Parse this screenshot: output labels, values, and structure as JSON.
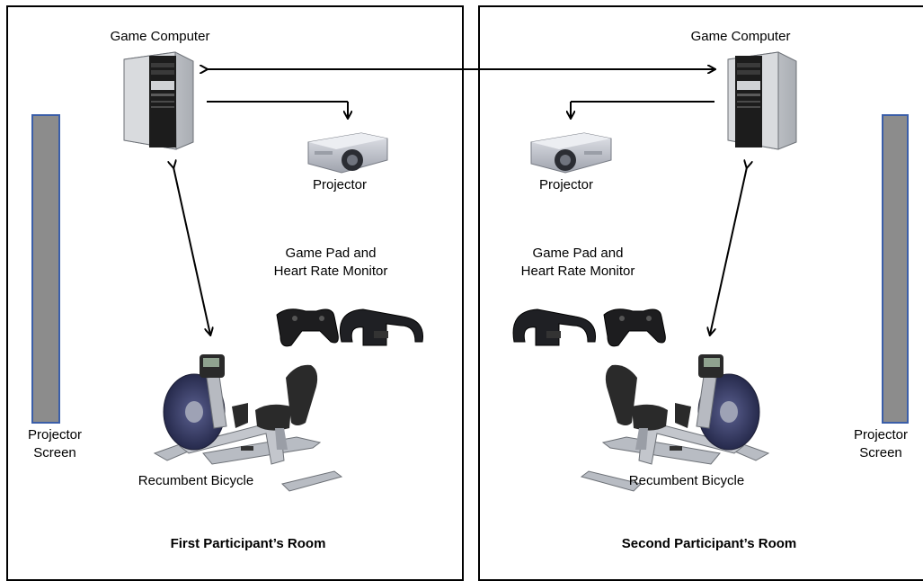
{
  "rooms": [
    {
      "title": "First Participant’s Room",
      "labels": {
        "computer": "Game Computer",
        "projector": "Projector",
        "gamepad_hrm": [
          "Game Pad and",
          "Heart Rate Monitor"
        ],
        "bicycle": "Recumbent Bicycle",
        "screen": [
          "Projector",
          "Screen"
        ]
      }
    },
    {
      "title": "Second Participant’s Room",
      "labels": {
        "computer": "Game Computer",
        "projector": "Projector",
        "gamepad_hrm": [
          "Game Pad and",
          "Heart Rate Monitor"
        ],
        "bicycle": "Recumbent Bicycle",
        "screen": [
          "Projector",
          "Screen"
        ]
      }
    }
  ],
  "colors": {
    "screen_fill": "#8c8c8c",
    "screen_border": "#3b5ea8",
    "arrow": "#000000",
    "computer_body": "#cfd2d6",
    "computer_front": "#1a1a1a",
    "projector_body": "#c9ccd4",
    "bike_frame": "#b8bcc3",
    "bike_dark": "#2a2a2a",
    "bike_flywheel": "#3a3f6e"
  },
  "icons": [
    "computer-tower-icon",
    "projector-icon",
    "gamepad-icon",
    "heart-rate-strap-icon",
    "recumbent-bicycle-icon",
    "projector-screen-icon"
  ]
}
